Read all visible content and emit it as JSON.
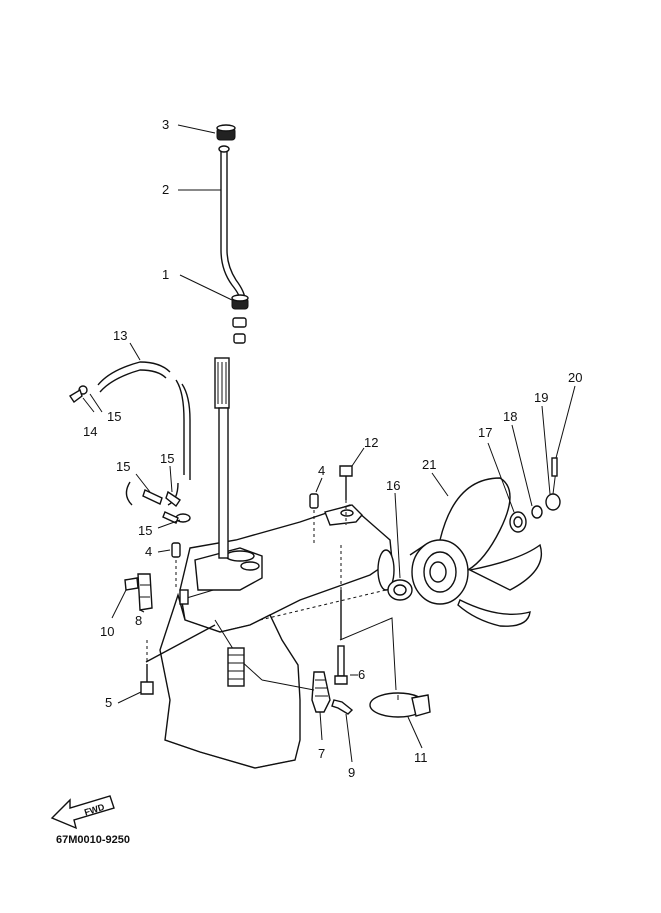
{
  "diagram": {
    "part_code": "67M0010-9250",
    "fwd_label": "FWD",
    "callouts": [
      "1",
      "2",
      "3",
      "4",
      "4",
      "5",
      "6",
      "7",
      "8",
      "9",
      "10",
      "11",
      "12",
      "13",
      "14",
      "15",
      "15",
      "15",
      "15",
      "16",
      "17",
      "18",
      "19",
      "20",
      "21"
    ]
  }
}
